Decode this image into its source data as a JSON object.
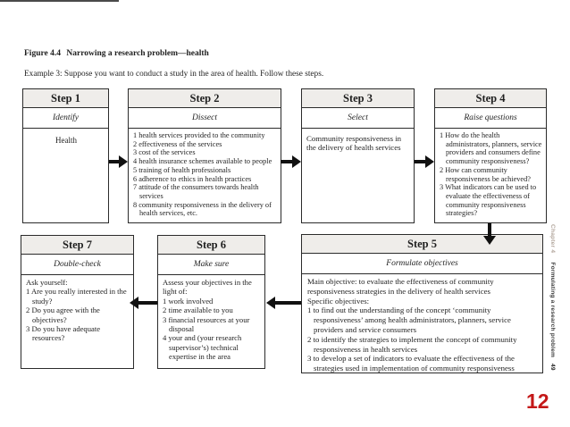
{
  "page": {
    "figure_label": "Figure 4.4",
    "figure_title": "Narrowing a research problem—health",
    "example_text": "Example 3: Suppose you want to conduct a study in the area of health. Follow these steps.",
    "slide_number": "12"
  },
  "sidebar": {
    "chapter": "Chapter 4",
    "book_title": "Formulating a research problem",
    "page_number": "49"
  },
  "colors": {
    "box_border": "#2b2b2b",
    "header_fill": "#efedea",
    "arrow": "#111111",
    "slide_number_red": "#c41818",
    "sidebar_gray": "#b3a79d"
  },
  "steps": {
    "step1": {
      "label": "Step 1",
      "subtitle": "Identify",
      "body": "Health"
    },
    "step2": {
      "label": "Step 2",
      "subtitle": "Dissect",
      "items": [
        "1 health services provided to the community",
        "2 effectiveness of the services",
        "3 cost of the services",
        "4 health insurance schemes available to people",
        "5 training of health professionals",
        "6 adherence to ethics in health practices",
        "7 attitude of the consumers towards health services",
        "8 community responsiveness in the delivery of health services, etc."
      ]
    },
    "step3": {
      "label": "Step 3",
      "subtitle": "Select",
      "body": "Community responsiveness in the delivery of health services"
    },
    "step4": {
      "label": "Step 4",
      "subtitle": "Raise questions",
      "items": [
        "1 How do the health administrators, planners, service providers and consumers define community responsiveness?",
        "2 How can community responsiveness be achieved?",
        "3 What indicators can be used to evaluate the effectiveness of community responsiveness strategies?"
      ]
    },
    "step5": {
      "label": "Step 5",
      "subtitle": "Formulate objectives",
      "lead": [
        "Main objective: to evaluate the effectiveness of community responsiveness strategies in the delivery of health services",
        "Specific objectives:"
      ],
      "items": [
        "1 to find out the understanding of the concept ‘community responsiveness’ among health administrators, planners, service providers and service consumers",
        "2 to identify the strategies to implement the concept of community responsiveness in health services",
        "3 to develop a set of indicators to evaluate the effectiveness of the strategies used in implementation of community responsiveness"
      ]
    },
    "step6": {
      "label": "Step 6",
      "subtitle": "Make sure",
      "intro": "Assess your objectives in the light of:",
      "items": [
        "1 work involved",
        "2 time available to you",
        "3 financial resources at your disposal",
        "4 your and (your research supervisor’s) technical expertise in the area"
      ]
    },
    "step7": {
      "label": "Step 7",
      "subtitle": "Double-check",
      "intro": "Ask yourself:",
      "items": [
        "1 Are you really interested in the study?",
        "2 Do you agree with the objectives?",
        "3 Do you have adequate resources?"
      ]
    }
  },
  "diagram": {
    "type": "flowchart",
    "arrows": [
      {
        "from": "Step 1",
        "to": "Step 2",
        "direction": "right"
      },
      {
        "from": "Step 2",
        "to": "Step 3",
        "direction": "right"
      },
      {
        "from": "Step 3",
        "to": "Step 4",
        "direction": "right"
      },
      {
        "from": "Step 4",
        "to": "Step 5",
        "direction": "down"
      },
      {
        "from": "Step 5",
        "to": "Step 6",
        "direction": "left"
      },
      {
        "from": "Step 6",
        "to": "Step 7",
        "direction": "left"
      }
    ]
  }
}
